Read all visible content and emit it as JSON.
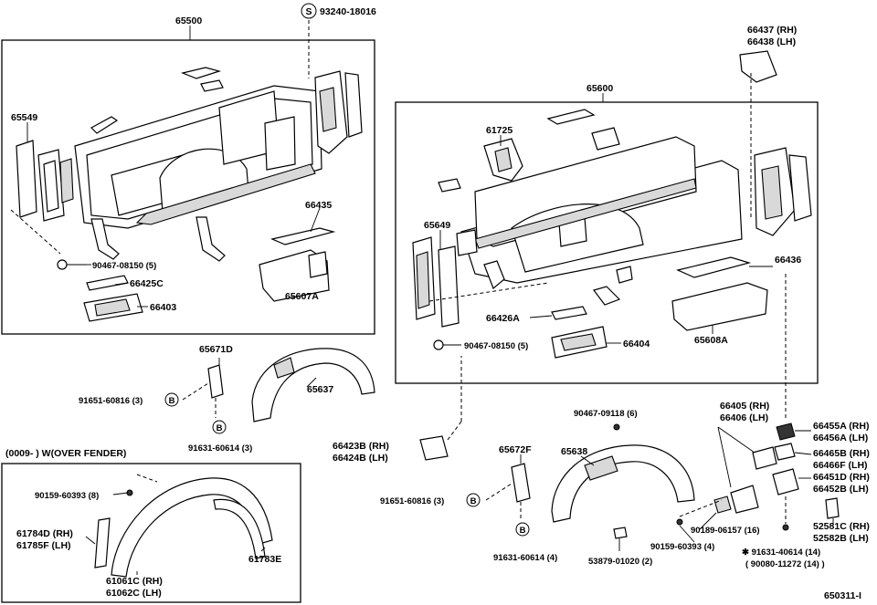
{
  "diagram": {
    "drawing_number": "650311-I",
    "variant_note": "(0009-     ) W(OVER FENDER)",
    "callout_b": "B",
    "callout_s": "S",
    "parts": {
      "p65500": "65500",
      "p93240": "93240-18016",
      "p65549": "65549",
      "p90467a": "90467-08150 (5)",
      "p66425c": "66425C",
      "p66403": "66403",
      "p66435": "66435",
      "p65607a": "65607A",
      "p66437": "66437 (RH)",
      "p66438": "66438 (LH)",
      "p65600": "65600",
      "p61725": "61725",
      "p65649": "65649",
      "p66436": "66436",
      "p66426a": "66426A",
      "p90467b": "90467-08150 (5)",
      "p66404": "66404",
      "p65608a": "65608A",
      "p65671d": "65671D",
      "p91651a": "91651-60816 (3)",
      "p91631a": "91631-60614 (3)",
      "p65637": "65637",
      "p90467c": "90467-09118 (6)",
      "p66405": "66405 (RH)",
      "p66406": "66406 (LH)",
      "p66455a": "66455A (RH)",
      "p66456a": "66456A (LH)",
      "p66465b": "66465B (RH)",
      "p66466f": "66466F (LH)",
      "p66451d": "66451D (RH)",
      "p66452b": "66452B (LH)",
      "p66423b": "66423B (RH)",
      "p66424b": "66424B (LH)",
      "p65672f": "65672F",
      "p65638": "65638",
      "p91651b": "91651-60816 (3)",
      "p91631b": "91631-60614 (4)",
      "p53879": "53879-01020 (2)",
      "p90189": "90189-06157 (16)",
      "p90159a": "90159-60393 (4)",
      "p91631c": "✱ 91631-40614 (14)",
      "p90080": "( 90080-11272 (14) )",
      "p52581c": "52581C (RH)",
      "p52582b": "52582B (LH)",
      "p90159b": "90159-60393 (8)",
      "p61784d": "61784D (RH)",
      "p61785f": "61785F (LH)",
      "p61061c": "61061C (RH)",
      "p61062c": "61062C (LH)",
      "p61783e": "61783E"
    }
  }
}
